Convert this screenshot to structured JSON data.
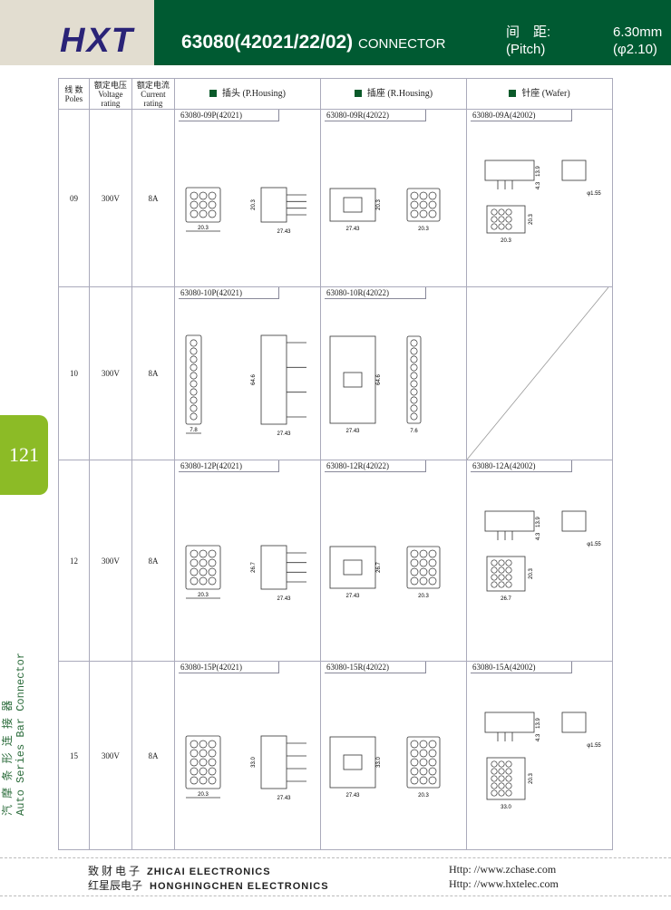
{
  "header": {
    "logo": "HXT",
    "title": "63080(42021/22/02)",
    "title_suffix": "CONNECTOR",
    "pitch_cn": "间　距:",
    "pitch_value": "6.30mm",
    "pitch_en": "(Pitch)",
    "pin_dia": "(φ2.10)"
  },
  "table": {
    "headers": {
      "poles_cn": "线 数",
      "poles_en": "Poles",
      "voltage_cn": "额定电压",
      "voltage_en1": "Voltage",
      "voltage_en2": "rating",
      "current_cn": "额定电流",
      "current_en1": "Current",
      "current_en2": "rating",
      "p_housing": "插头 (P.Housing)",
      "r_housing": "插座 (R.Housing)",
      "wafer": "针座 (Wafer)"
    },
    "rows": [
      {
        "poles": "09",
        "voltage": "300V",
        "current": "8A",
        "grid": [
          3,
          3
        ],
        "p": {
          "part": "63080-09P(42021)",
          "dims": [
            "20.3",
            "20.3",
            "27.43"
          ]
        },
        "r": {
          "part": "63080-09R(42022)",
          "dims": [
            "20.3",
            "27.43",
            "20.3"
          ]
        },
        "a": {
          "part": "63080-09A(42002)",
          "dims": [
            "13.9",
            "4.3",
            "φ1.55",
            "20.3",
            "20.3"
          ]
        }
      },
      {
        "poles": "10",
        "voltage": "300V",
        "current": "8A",
        "grid": [
          1,
          10
        ],
        "p": {
          "part": "63080-10P(42021)",
          "dims": [
            "64.6",
            "7.8",
            "27.43"
          ]
        },
        "r": {
          "part": "63080-10R(42022)",
          "dims": [
            "64.6",
            "27.43",
            "7.6"
          ]
        },
        "a": null
      },
      {
        "poles": "12",
        "voltage": "300V",
        "current": "8A",
        "grid": [
          3,
          4
        ],
        "p": {
          "part": "63080-12P(42021)",
          "dims": [
            "26.7",
            "20.3",
            "27.43"
          ]
        },
        "r": {
          "part": "63080-12R(42022)",
          "dims": [
            "26.7",
            "27.43",
            "20.3"
          ]
        },
        "a": {
          "part": "63080-12A(42002)",
          "dims": [
            "13.9",
            "4.3",
            "φ1.55",
            "20.3",
            "26.7"
          ]
        }
      },
      {
        "poles": "15",
        "voltage": "300V",
        "current": "8A",
        "grid": [
          3,
          5
        ],
        "p": {
          "part": "63080-15P(42021)",
          "dims": [
            "33.0",
            "20.3",
            "27.43"
          ]
        },
        "r": {
          "part": "63080-15R(42022)",
          "dims": [
            "33.0",
            "27.43",
            "20.3"
          ]
        },
        "a": {
          "part": "63080-15A(42002)",
          "dims": [
            "13.9",
            "4.3",
            "φ1.55",
            "20.3",
            "33.0"
          ]
        }
      }
    ]
  },
  "page_number": "121",
  "side_text_cn": "汽 摩 条 形 连 接 器",
  "side_text_en": "Auto Series Bar Connector",
  "footer": {
    "cn1": "致 财 电 子",
    "en1": "ZHICAI ELECTRONICS",
    "cn2": "红星辰电子",
    "en2": "HONGHINGCHEN ELECTRONICS",
    "url1": "Http: //www.zchase.com",
    "url2": "Http: //www.hxtelec.com"
  }
}
